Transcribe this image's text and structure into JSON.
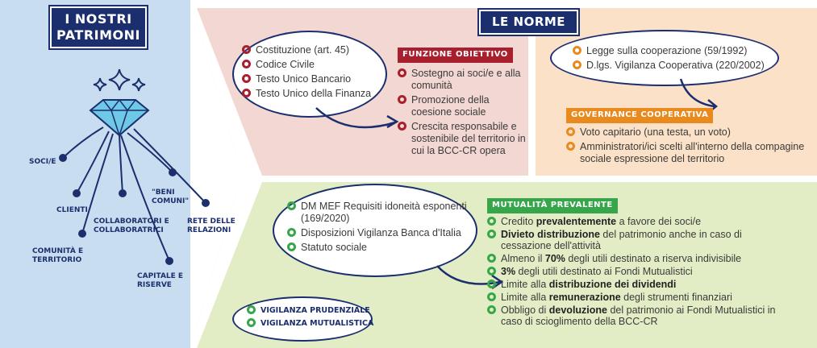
{
  "colors": {
    "navy": "#1b2f6e",
    "red": "#a81f2d",
    "orange": "#e98a1f",
    "green": "#37a64b",
    "blue_bg": "#c8def0",
    "pink_bg": "#f2d7d2",
    "peach_bg": "#fbe1c7",
    "lime_bg": "#e3edc5"
  },
  "patrimoni": {
    "title_line1": "I NOSTRI",
    "title_line2": "PATRIMONI",
    "icon": "diamond-with-sparkles",
    "branches": [
      "SOCI/E",
      "CLIENTI",
      "COMUNITÀ E TERRITORIO",
      "COLLABORATORI E COLLABORATRICI",
      "CAPITALE E RISERVE",
      "\"BENI COMUNI\"",
      "RETE DELLE RELAZIONI"
    ]
  },
  "norme": {
    "title": "LE NORME",
    "pink": {
      "laws": [
        "Costituzione (art. 45)",
        "Codice Civile",
        "Testo Unico Bancario",
        "Testo Unico della Finanza"
      ],
      "badge": "FUNZIONE OBIETTIVO",
      "items": [
        "Sostegno ai soci/e e alla comunità",
        "Promozione della coesione sociale",
        "Crescita responsabile e sostenibile del territorio in cui la BCC-CR opera"
      ]
    },
    "peach": {
      "laws": [
        "Legge sulla cooperazione (59/1992)",
        "D.lgs. Vigilanza Cooperativa (220/2002)"
      ],
      "badge": "GOVERNANCE COOPERATIVA",
      "items": [
        "Voto capitario (una testa, un voto)",
        "Amministratori/ici scelti all'interno della compagine sociale espressione del territorio"
      ]
    },
    "green": {
      "laws": [
        "DM MEF Requisiti idoneità esponenti (169/2020)",
        "Disposizioni Vigilanza Banca d'Italia",
        "Statuto sociale"
      ],
      "badge": "MUTUALITÀ PREVALENTE",
      "items": [
        {
          "pre": "Credito ",
          "bold": "prevalentemente",
          "post": " a favore dei soci/e"
        },
        {
          "pre": "",
          "bold": "Divieto distribuzione",
          "post": " del patrimonio anche in caso di cessazione dell'attività"
        },
        {
          "pre": "Almeno il ",
          "bold": "70%",
          "post": " degli utili destinato a riserva indivisibile"
        },
        {
          "pre": "",
          "bold": "3%",
          "post": " degli utili destinato ai Fondi Mutualistici"
        },
        {
          "pre": "Limite alla ",
          "bold": "distribuzione dei dividendi",
          "post": ""
        },
        {
          "pre": "Limite alla ",
          "bold": "remunerazione",
          "post": " degli strumenti finanziari"
        },
        {
          "pre": "Obbligo di ",
          "bold": "devoluzione",
          "post": " del patrimonio ai Fondi Mutualistici in caso di scioglimento della BCC-CR"
        }
      ],
      "vigilanza": [
        "VIGILANZA PRUDENZIALE",
        "VIGILANZA MUTUALISTICA"
      ]
    }
  }
}
